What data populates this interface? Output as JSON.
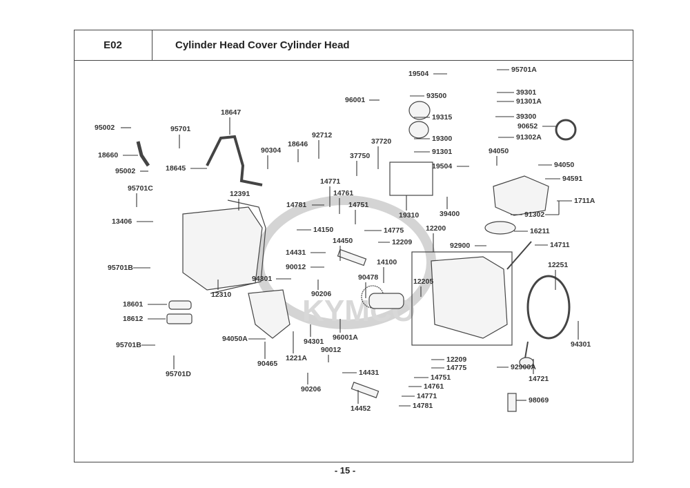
{
  "header": {
    "section_code": "E02",
    "title": "Cylinder Head Cover  Cylinder Head"
  },
  "footer": {
    "page_number": "- 15 -"
  },
  "watermark": "KYMCO",
  "part_labels": [
    "19504",
    "95701A",
    "96001",
    "93500",
    "39301",
    "91301A",
    "19315",
    "39300",
    "90652",
    "95002",
    "18647",
    "95701",
    "92712",
    "19300",
    "91302A",
    "37720",
    "90304",
    "18646",
    "18660",
    "91301",
    "94050",
    "18645",
    "95002",
    "37750",
    "19504",
    "94050",
    "94591",
    "14771",
    "95701C",
    "14761",
    "12391",
    "14781",
    "14751",
    "1711A",
    "19310",
    "39400",
    "91302",
    "13406",
    "14150",
    "14775",
    "12200",
    "16211",
    "14450",
    "12209",
    "92900",
    "14711",
    "14431",
    "95701B",
    "90012",
    "14100",
    "12251",
    "94301",
    "90478",
    "12205",
    "90206",
    "12310",
    "18601",
    "18612",
    "94301",
    "94050A",
    "96001A",
    "95701B",
    "90465",
    "1221A",
    "90012",
    "12209",
    "14775",
    "92900A",
    "14431",
    "14751",
    "95701D",
    "14721",
    "14761",
    "90206",
    "14771",
    "14781",
    "98069",
    "14452",
    "94301"
  ],
  "colors": {
    "line": "#333333",
    "watermark": "#d0d0d0"
  }
}
